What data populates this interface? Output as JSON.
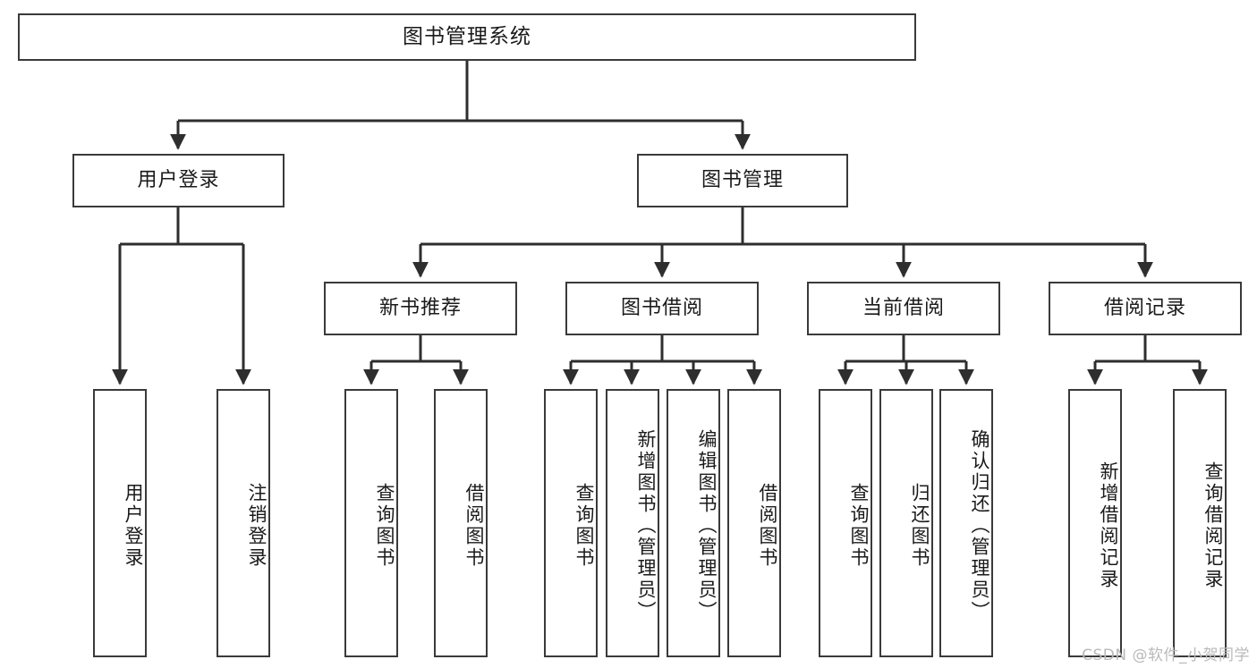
{
  "diagram": {
    "title": "图书管理系统",
    "type": "hierarchy-tree",
    "watermark": "CSDN @软件_小贺同学",
    "colors": {
      "box_border": "#3a3a3a",
      "box_fill": "#ffffff",
      "edge": "#2e2e2e",
      "text": "#1a1a1a",
      "watermark": "#b9b9b9"
    },
    "levels": {
      "level1": [
        "图书管理系统"
      ],
      "level2": [
        "用户登录",
        "图书管理"
      ],
      "level3": [
        "新书推荐",
        "图书借阅",
        "当前借阅",
        "借阅记录"
      ],
      "level4": [
        "用户登录",
        "注销登录",
        "查询图书",
        "借阅图书",
        "查询图书",
        "新增图书（管理员）",
        "编辑图书（管理员）",
        "借阅图书",
        "查询图书",
        "归还图书",
        "确认归还（管理员）",
        "新增借阅记录",
        "查询借阅记录"
      ]
    },
    "nodes": {
      "root": {
        "label": "图书管理系统"
      },
      "user_login": {
        "label": "用户登录"
      },
      "book_manage": {
        "label": "图书管理"
      },
      "new_book_rec": {
        "label": "新书推荐"
      },
      "book_borrow": {
        "label": "图书借阅"
      },
      "current_borrow": {
        "label": "当前借阅"
      },
      "borrow_record": {
        "label": "借阅记录"
      },
      "leaf_user_login": {
        "label": "用户登录"
      },
      "leaf_logout": {
        "label": "注销登录"
      },
      "leaf_query_book_1": {
        "label": "查询图书"
      },
      "leaf_borrow_book_1": {
        "label": "借阅图书"
      },
      "leaf_query_book_2": {
        "label": "查询图书"
      },
      "leaf_add_book_admin": {
        "label": "新增图书（管理员）"
      },
      "leaf_edit_book_admin": {
        "label": "编辑图书（管理员）"
      },
      "leaf_borrow_book_2": {
        "label": "借阅图书"
      },
      "leaf_query_book_3": {
        "label": "查询图书"
      },
      "leaf_return_book": {
        "label": "归还图书"
      },
      "leaf_confirm_return_admin": {
        "label": "确认归还（管理员）"
      },
      "leaf_add_borrow_record": {
        "label": "新增借阅记录"
      },
      "leaf_query_borrow_record": {
        "label": "查询借阅记录"
      }
    },
    "edges": [
      {
        "from": "root",
        "to": "user_login"
      },
      {
        "from": "root",
        "to": "book_manage"
      },
      {
        "from": "user_login",
        "to": "leaf_user_login"
      },
      {
        "from": "user_login",
        "to": "leaf_logout"
      },
      {
        "from": "book_manage",
        "to": "new_book_rec"
      },
      {
        "from": "book_manage",
        "to": "book_borrow"
      },
      {
        "from": "book_manage",
        "to": "current_borrow"
      },
      {
        "from": "book_manage",
        "to": "borrow_record"
      },
      {
        "from": "new_book_rec",
        "to": "leaf_query_book_1"
      },
      {
        "from": "new_book_rec",
        "to": "leaf_borrow_book_1"
      },
      {
        "from": "book_borrow",
        "to": "leaf_query_book_2"
      },
      {
        "from": "book_borrow",
        "to": "leaf_add_book_admin"
      },
      {
        "from": "book_borrow",
        "to": "leaf_edit_book_admin"
      },
      {
        "from": "book_borrow",
        "to": "leaf_borrow_book_2"
      },
      {
        "from": "current_borrow",
        "to": "leaf_query_book_3"
      },
      {
        "from": "current_borrow",
        "to": "leaf_return_book"
      },
      {
        "from": "current_borrow",
        "to": "leaf_confirm_return_admin"
      },
      {
        "from": "borrow_record",
        "to": "leaf_add_borrow_record"
      },
      {
        "from": "borrow_record",
        "to": "leaf_query_borrow_record"
      }
    ]
  }
}
